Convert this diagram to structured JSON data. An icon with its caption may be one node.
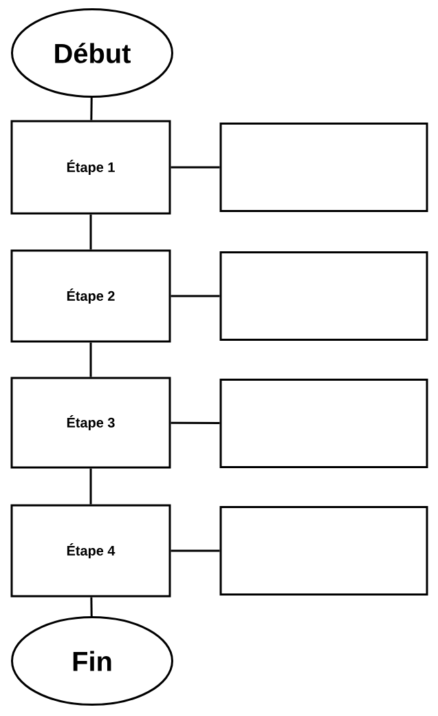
{
  "diagram": {
    "nodes": [
      {
        "text": [
          "Début"
        ]
      },
      {
        "text": [
          "Étape 1"
        ]
      },
      {
        "text": [],
        "shape": "box"
      },
      {
        "text": [
          "Étape 2"
        ]
      },
      {
        "text": [],
        "shape": "box"
      },
      {
        "text": [
          "Étape 3"
        ]
      },
      {
        "text": [],
        "shape": "box"
      },
      {
        "text": [
          "Étape 4"
        ]
      },
      {
        "text": [],
        "shape": "box"
      },
      {
        "text": [
          "Fin"
        ]
      }
    ],
    "edges": [
      {
        "from": 0,
        "to": 1,
        "arrow": "none"
      },
      {
        "from": 1,
        "to": 2,
        "arrow": "none"
      },
      {
        "from": 1,
        "to": 3,
        "arrow": "none"
      },
      {
        "from": 3,
        "to": 4,
        "arrow": "none"
      },
      {
        "from": 3,
        "to": 5,
        "arrow": "none"
      },
      {
        "from": 5,
        "to": 6,
        "arrow": "none"
      },
      {
        "from": 5,
        "to": 7,
        "arrow": "none"
      },
      {
        "from": 7,
        "to": 8,
        "arrow": "none"
      },
      {
        "from": 7,
        "to": 9,
        "arrow": "none"
      }
    ]
  }
}
